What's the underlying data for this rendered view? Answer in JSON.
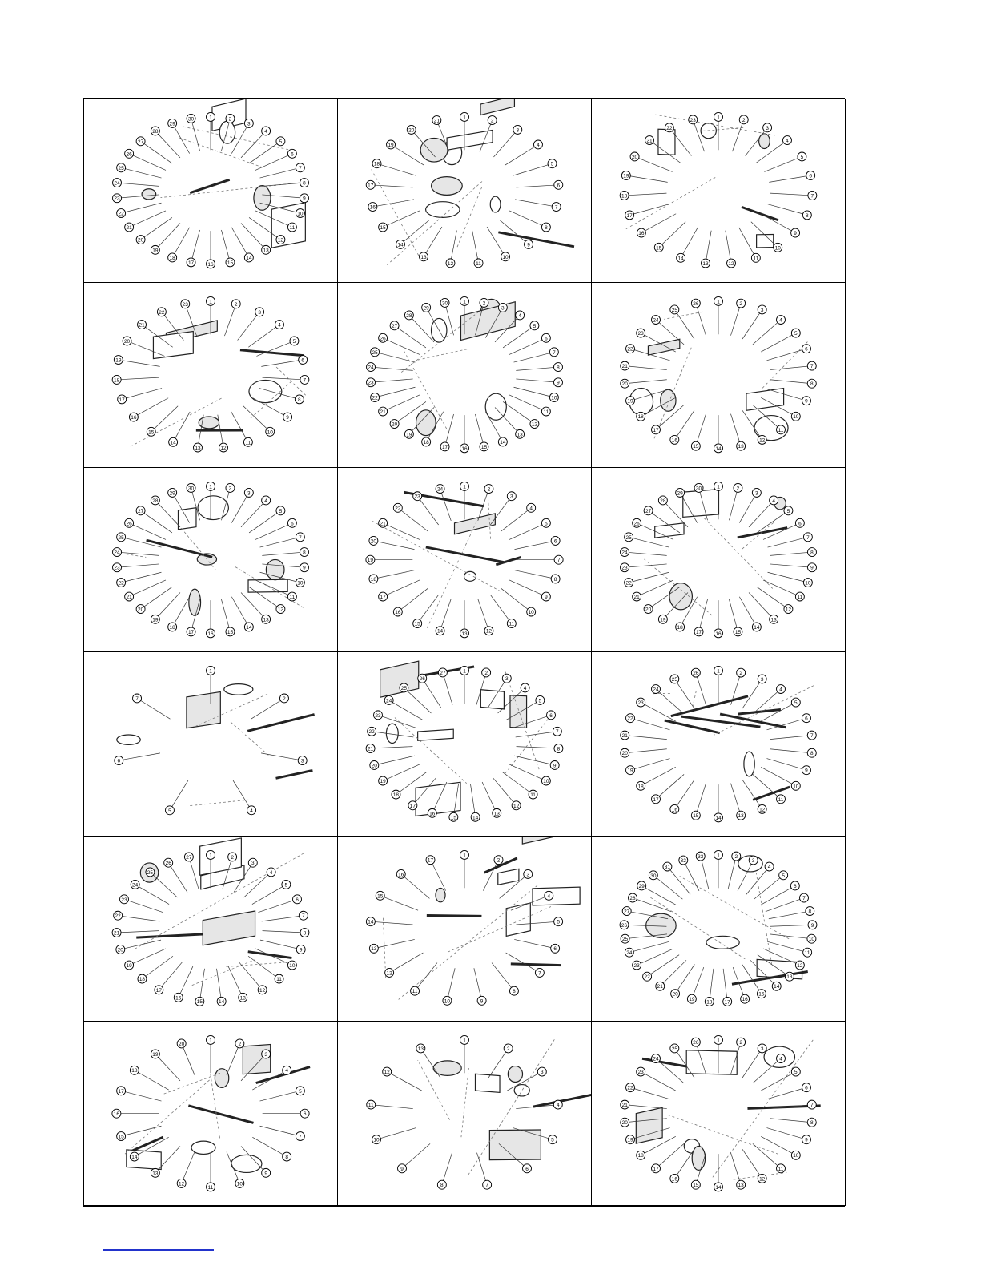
{
  "panels": [
    {
      "id": "p1",
      "callouts": [
        "1",
        "2",
        "3",
        "4",
        "5",
        "6",
        "7",
        "8",
        "9",
        "10",
        "11",
        "12",
        "13",
        "14",
        "15",
        "16",
        "17",
        "18",
        "19",
        "20",
        "21",
        "22",
        "23",
        "24",
        "25",
        "26",
        "27",
        "28",
        "29",
        "30"
      ]
    },
    {
      "id": "p2",
      "callouts": [
        "1",
        "2",
        "3",
        "4",
        "5",
        "6",
        "7",
        "8",
        "9",
        "10",
        "11",
        "12",
        "13",
        "14",
        "15",
        "16",
        "17",
        "18",
        "19",
        "20",
        "21"
      ]
    },
    {
      "id": "p3",
      "callouts": [
        "1",
        "2",
        "3",
        "4",
        "5",
        "6",
        "7",
        "8",
        "9",
        "10",
        "11",
        "12",
        "13",
        "14",
        "15",
        "16",
        "17",
        "18",
        "19",
        "20",
        "21",
        "22",
        "23"
      ]
    },
    {
      "id": "p4",
      "callouts": [
        "1",
        "2",
        "3",
        "4",
        "5",
        "6",
        "7",
        "8",
        "9",
        "10",
        "11",
        "12",
        "13",
        "14",
        "15",
        "16",
        "17",
        "18",
        "19",
        "20",
        "21",
        "22",
        "23"
      ]
    },
    {
      "id": "p5",
      "callouts": [
        "1",
        "2",
        "3",
        "4",
        "5",
        "6",
        "7",
        "8",
        "9",
        "10",
        "11",
        "12",
        "13",
        "14",
        "15",
        "16",
        "17",
        "18",
        "19",
        "20",
        "21",
        "22",
        "23",
        "24",
        "25",
        "26",
        "27",
        "28",
        "29",
        "30"
      ]
    },
    {
      "id": "p6",
      "callouts": [
        "1",
        "2",
        "3",
        "4",
        "5",
        "6",
        "7",
        "8",
        "9",
        "10",
        "11",
        "12",
        "13",
        "14",
        "15",
        "16",
        "17",
        "18",
        "19",
        "20",
        "21",
        "22",
        "23",
        "24",
        "25",
        "26"
      ]
    },
    {
      "id": "p7",
      "callouts": [
        "1",
        "2",
        "3",
        "4",
        "5",
        "6",
        "7",
        "8",
        "9",
        "10",
        "11",
        "12",
        "13",
        "14",
        "15",
        "16",
        "17",
        "18",
        "19",
        "20",
        "21",
        "22",
        "23",
        "24",
        "25",
        "26",
        "27",
        "28",
        "29",
        "30"
      ]
    },
    {
      "id": "p8",
      "callouts": [
        "1",
        "2",
        "3",
        "4",
        "5",
        "6",
        "7",
        "8",
        "9",
        "10",
        "11",
        "12",
        "13",
        "14",
        "15",
        "16",
        "17",
        "18",
        "19",
        "20",
        "21",
        "22",
        "23",
        "24"
      ]
    },
    {
      "id": "p9",
      "callouts": [
        "1",
        "2",
        "3",
        "4",
        "5",
        "6",
        "7",
        "8",
        "9",
        "10",
        "11",
        "12",
        "13",
        "14",
        "15",
        "16",
        "17",
        "18",
        "19",
        "20",
        "21",
        "22",
        "23",
        "24",
        "25",
        "26",
        "27",
        "28",
        "29",
        "30"
      ]
    },
    {
      "id": "p10",
      "callouts": [
        "1",
        "2",
        "3",
        "4",
        "5",
        "6",
        "7"
      ]
    },
    {
      "id": "p11",
      "callouts": [
        "1",
        "2",
        "3",
        "4",
        "5",
        "6",
        "7",
        "8",
        "9",
        "10",
        "11",
        "12",
        "13",
        "14",
        "15",
        "16",
        "17",
        "18",
        "19",
        "20",
        "21",
        "22",
        "23",
        "24",
        "25",
        "26",
        "27"
      ]
    },
    {
      "id": "p12",
      "callouts": [
        "1",
        "2",
        "3",
        "4",
        "5",
        "6",
        "7",
        "8",
        "9",
        "10",
        "11",
        "12",
        "13",
        "14",
        "15",
        "16",
        "17",
        "18",
        "19",
        "20",
        "21",
        "22",
        "23",
        "24",
        "25",
        "26"
      ]
    },
    {
      "id": "p13",
      "callouts": [
        "1",
        "2",
        "3",
        "4",
        "5",
        "6",
        "7",
        "8",
        "9",
        "10",
        "11",
        "12",
        "13",
        "14",
        "15",
        "16",
        "17",
        "18",
        "19",
        "20",
        "21",
        "22",
        "23",
        "24",
        "25",
        "26",
        "27"
      ]
    },
    {
      "id": "p14",
      "callouts": [
        "1",
        "2",
        "3",
        "4",
        "5",
        "6",
        "7",
        "8",
        "9",
        "10",
        "11",
        "12",
        "13",
        "14",
        "15",
        "16",
        "17"
      ]
    },
    {
      "id": "p15",
      "callouts": [
        "1",
        "2",
        "3",
        "4",
        "5",
        "6",
        "7",
        "8",
        "9",
        "10",
        "11",
        "12",
        "13",
        "14",
        "15",
        "16",
        "17",
        "18",
        "19",
        "20",
        "21",
        "22",
        "23",
        "24",
        "25",
        "26",
        "27",
        "28",
        "29",
        "30",
        "31",
        "32",
        "33"
      ]
    },
    {
      "id": "p16",
      "callouts": [
        "1",
        "2",
        "3",
        "4",
        "5",
        "6",
        "7",
        "8",
        "9",
        "10",
        "11",
        "12",
        "13",
        "14",
        "15",
        "16",
        "17",
        "18",
        "19",
        "20"
      ]
    },
    {
      "id": "p17",
      "callouts": [
        "1",
        "2",
        "3",
        "4",
        "5",
        "6",
        "7",
        "8",
        "9",
        "10",
        "11",
        "12",
        "13"
      ]
    },
    {
      "id": "p18",
      "callouts": [
        "1",
        "2",
        "3",
        "4",
        "5",
        "6",
        "7",
        "8",
        "9",
        "10",
        "11",
        "12",
        "13",
        "14",
        "15",
        "16",
        "17",
        "18",
        "19",
        "20",
        "21",
        "22",
        "23",
        "24",
        "25",
        "26"
      ]
    }
  ]
}
